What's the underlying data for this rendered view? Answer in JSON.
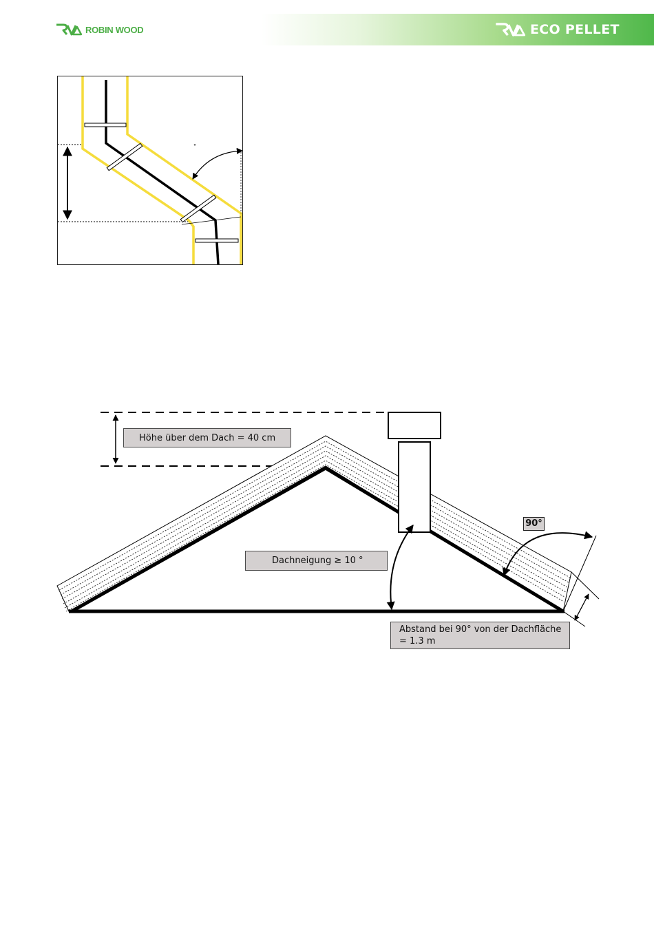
{
  "header": {
    "left_brand": {
      "icon": "rw-logo-icon",
      "name": "ROBIN WOOD"
    },
    "right_brand": {
      "icon": "rw-logo-icon",
      "name": "ECO PELLET"
    },
    "colors": {
      "brand_green": "#4cae46",
      "band_end": "#4fb84a"
    }
  },
  "flue_diagram": {
    "pipe_color": "#f5dc3c",
    "angle_mark": "°"
  },
  "roof_diagram": {
    "height_label": "Höhe über dem Dach = 40 cm",
    "pitch_label": "Dachneigung ≥ 10 °",
    "angle_label": "90°",
    "distance_label_line1": "Abstand bei 90° von der Dachfläche",
    "distance_label_line2": "= 1.3 m",
    "label_fill": "#d4d0d0"
  }
}
